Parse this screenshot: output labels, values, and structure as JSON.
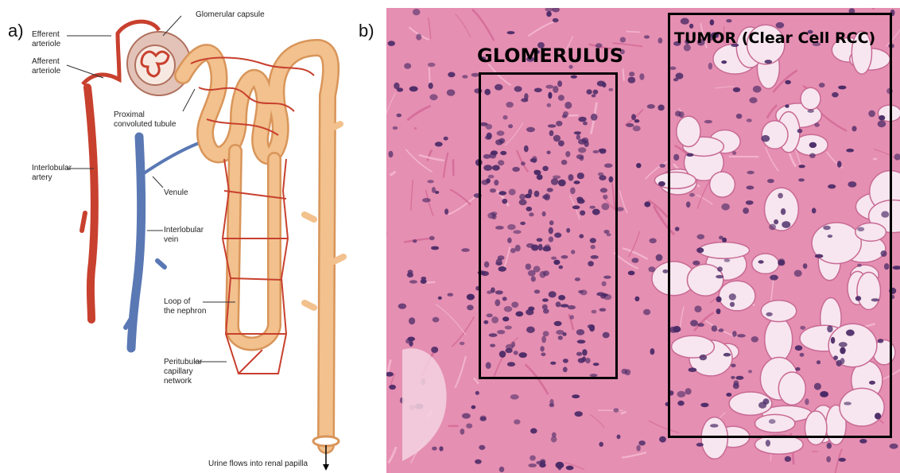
{
  "panels": {
    "a": {
      "label": "a)"
    },
    "b": {
      "label": "b)"
    }
  },
  "diagram": {
    "labels": {
      "glomerular_capsule": "Glomerular capsule",
      "efferent_arteriole": "Efferent\narteriole",
      "afferent_arteriole": "Afferent\narteriole",
      "proximal_tubule": "Proximal\nconvoluted tubule",
      "interlobular_artery": "Interlobular\nartery",
      "venule": "Venule",
      "interlobular_vein": "Interlobular\nvein",
      "loop_of_nephron": "Loop of\nthe nephron",
      "peritubular_network": "Peritubular\ncapillary\nnetwork",
      "urine_flow": "Urine flows into renal papilla"
    },
    "colors": {
      "artery": "#c8402e",
      "vein": "#5a78b4",
      "tubule": "#f2c18d",
      "tubule_edge": "#d9955a",
      "capsule": "#c9a093"
    }
  },
  "micrograph": {
    "regions": {
      "glomerulus": {
        "label": "GLOMERULUS"
      },
      "tumor": {
        "label": "TUMOR (Clear Cell RCC)"
      }
    },
    "colors": {
      "stroma": "#e58fb2",
      "nuclei": "#4a2a66",
      "clear_cell": "#f7e6ef"
    }
  }
}
